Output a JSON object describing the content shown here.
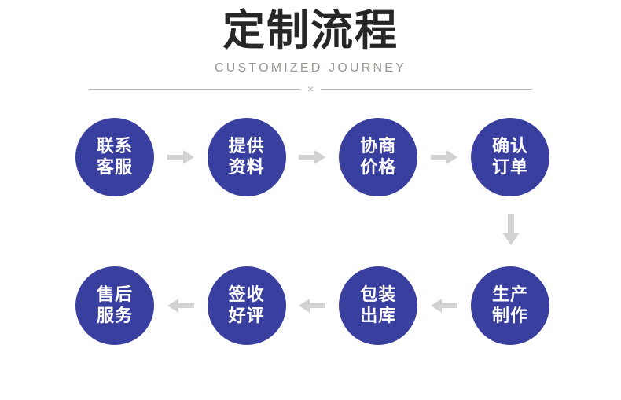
{
  "header": {
    "title": "定制流程",
    "subtitle": "CUSTOMIZED JOURNEY",
    "divider_mark": "×"
  },
  "theme": {
    "node_fill": "#393f9e",
    "node_text": "#ffffff",
    "title_color": "#262626",
    "subtitle_color": "#9b9691",
    "arrow_color": "#d2d2d2",
    "divider_color": "#b9b9bd",
    "background": "#ffffff"
  },
  "flow": {
    "top_row": [
      {
        "line1": "联系",
        "line2": "客服",
        "arrow_after": "arrow-right-icon"
      },
      {
        "line1": "提供",
        "line2": "资料",
        "arrow_after": "arrow-right-icon"
      },
      {
        "line1": "协商",
        "line2": "价格",
        "arrow_after": "arrow-right-icon"
      },
      {
        "line1": "确认",
        "line2": "订单",
        "arrow_after": "arrow-down-icon"
      }
    ],
    "bottom_row": [
      {
        "line1": "售后",
        "line2": "服务",
        "arrow_after": null
      },
      {
        "line1": "签收",
        "line2": "好评",
        "arrow_after": "arrow-left-icon"
      },
      {
        "line1": "包装",
        "line2": "出库",
        "arrow_after": "arrow-left-icon"
      },
      {
        "line1": "生产",
        "line2": "制作",
        "arrow_after": "arrow-left-icon"
      }
    ],
    "connector": "arrow-down-icon"
  }
}
